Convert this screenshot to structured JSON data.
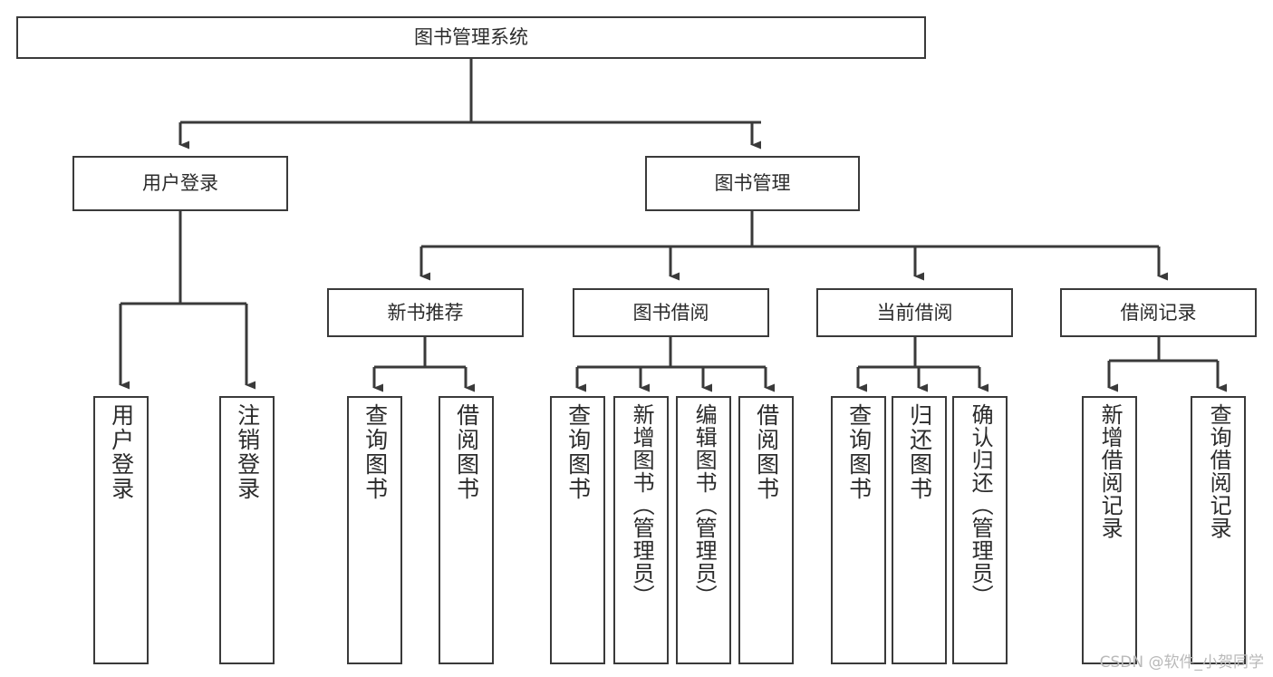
{
  "diagram": {
    "type": "tree",
    "title": "图书管理系统",
    "root": {
      "label": "图书管理系统"
    },
    "level2": [
      {
        "label": "用户登录"
      },
      {
        "label": "图书管理"
      }
    ],
    "level3": [
      {
        "label": "新书推荐"
      },
      {
        "label": "图书借阅"
      },
      {
        "label": "当前借阅"
      },
      {
        "label": "借阅记录"
      }
    ],
    "leaves": {
      "user_login": [
        {
          "label": "用户登录"
        },
        {
          "label": "注销登录"
        }
      ],
      "new_book_recommend": [
        {
          "label": "查询图书"
        },
        {
          "label": "借阅图书"
        }
      ],
      "book_borrow": [
        {
          "label": "查询图书"
        },
        {
          "label": "新增图书（管理员）"
        },
        {
          "label": "编辑图书（管理员）"
        },
        {
          "label": "借阅图书"
        }
      ],
      "current_borrow": [
        {
          "label": "查询图书"
        },
        {
          "label": "归还图书"
        },
        {
          "label": "确认归还（管理员）"
        }
      ],
      "borrow_record": [
        {
          "label": "新增借阅记录"
        },
        {
          "label": "查询借阅记录"
        }
      ]
    },
    "watermark": "CSDN @软件_小贺同学",
    "colors": {
      "box_border": "#3a3a3a",
      "box_fill": "#ffffff",
      "text": "#2b2b2b",
      "line": "#3a3a3a",
      "watermark": "#b9b9b9"
    }
  }
}
